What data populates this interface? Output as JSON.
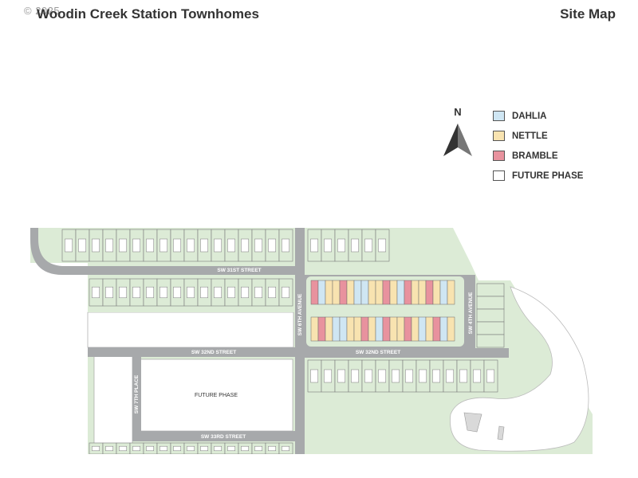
{
  "header": {
    "copyright": "© 2025",
    "title": "Woodin Creek Station Townhomes",
    "subtitle": "Site Map"
  },
  "compass": {
    "label": "N",
    "icon": "north-arrow-icon"
  },
  "legend": [
    {
      "label": "DAHLIA",
      "color": "#cfe6f3"
    },
    {
      "label": "NETTLE",
      "color": "#f8e3b0"
    },
    {
      "label": "BRAMBLE",
      "color": "#e8929e"
    },
    {
      "label": "FUTURE PHASE",
      "color": "#ffffff"
    }
  ],
  "map": {
    "streets": {
      "sw31st": "SW 31ST STREET",
      "sw32nd_west": "SW 32ND STREET",
      "sw32nd_east": "SW 32ND STREET",
      "sw33rd": "SW 33RD STREET",
      "sw6th": "SW 6TH AVENUE",
      "sw4th": "SW 4TH AVENUE",
      "sw7th": "SW 7TH PLACE"
    },
    "future_phase_label": "FUTURE PHASE",
    "colors": {
      "green": "#dcebd6",
      "road": "#a7a9ab",
      "lot_line": "#7a7a7a"
    }
  }
}
